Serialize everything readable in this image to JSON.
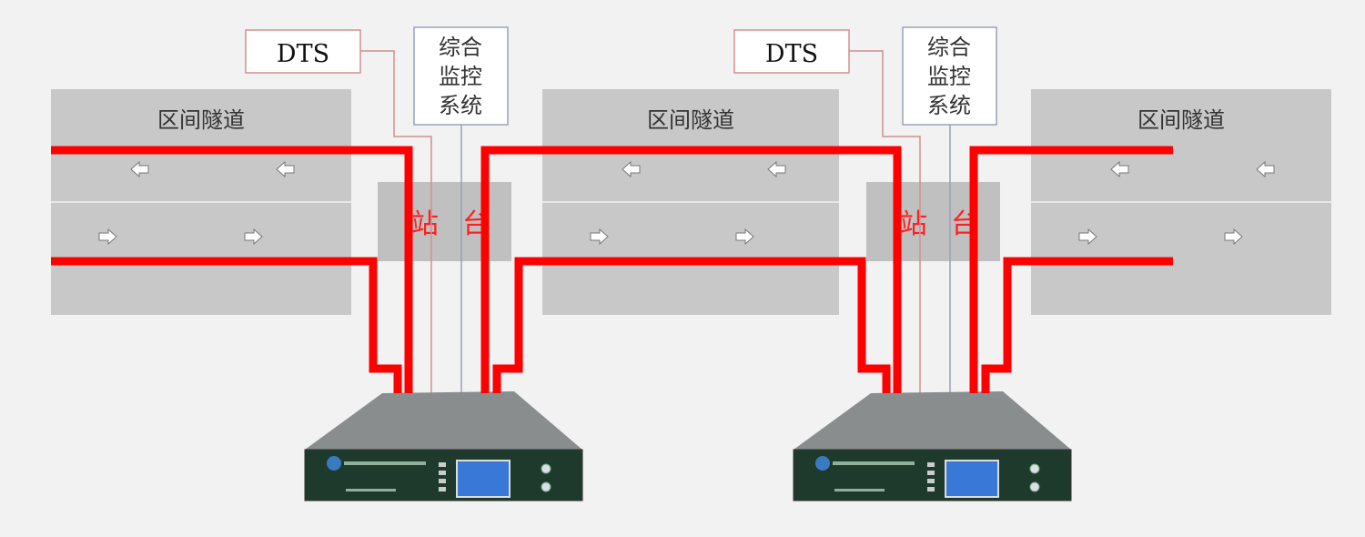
{
  "units": [
    {
      "dts_label": "DTS",
      "monitor_lines": [
        "综合",
        "监控",
        "系统"
      ],
      "platform_chars": [
        "站",
        "台"
      ]
    },
    {
      "dts_label": "DTS",
      "monitor_lines": [
        "综合",
        "监控",
        "系统"
      ],
      "platform_chars": [
        "站",
        "台"
      ]
    }
  ],
  "tunnels": [
    {
      "label": "区间隧道"
    },
    {
      "label": "区间隧道"
    },
    {
      "label": "区间隧道"
    }
  ],
  "colors": {
    "fiber": "#ff0000",
    "tunnel": "#c8c8c8",
    "platform": "#c0c0c0",
    "panel": "#1e3a2c",
    "dts_border": "#d09090",
    "monitor_border": "#9aa0b8"
  }
}
